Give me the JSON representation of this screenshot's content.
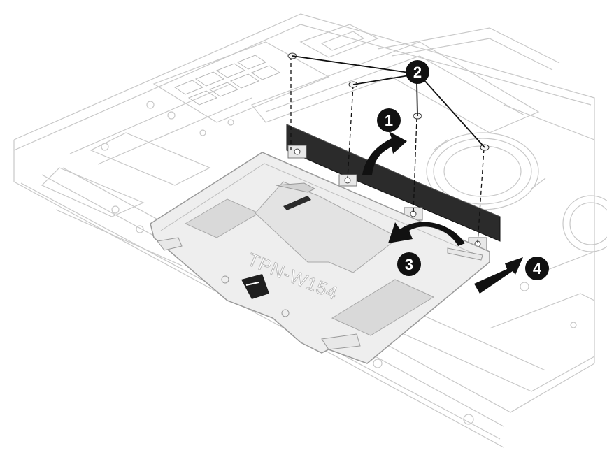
{
  "figure": {
    "model_label": "TPN-W154",
    "callouts": [
      {
        "id": "1",
        "label": "1"
      },
      {
        "id": "2",
        "label": "2"
      },
      {
        "id": "3",
        "label": "3"
      },
      {
        "id": "4",
        "label": "4"
      }
    ],
    "colors": {
      "background": "#ffffff",
      "panel": "#e9e9e9",
      "panel_dark": "#d9d9d9",
      "outline": "#c8c8c8",
      "cover": "#2b2b2b",
      "arrow": "#111111",
      "callout_fill": "#111111"
    }
  }
}
